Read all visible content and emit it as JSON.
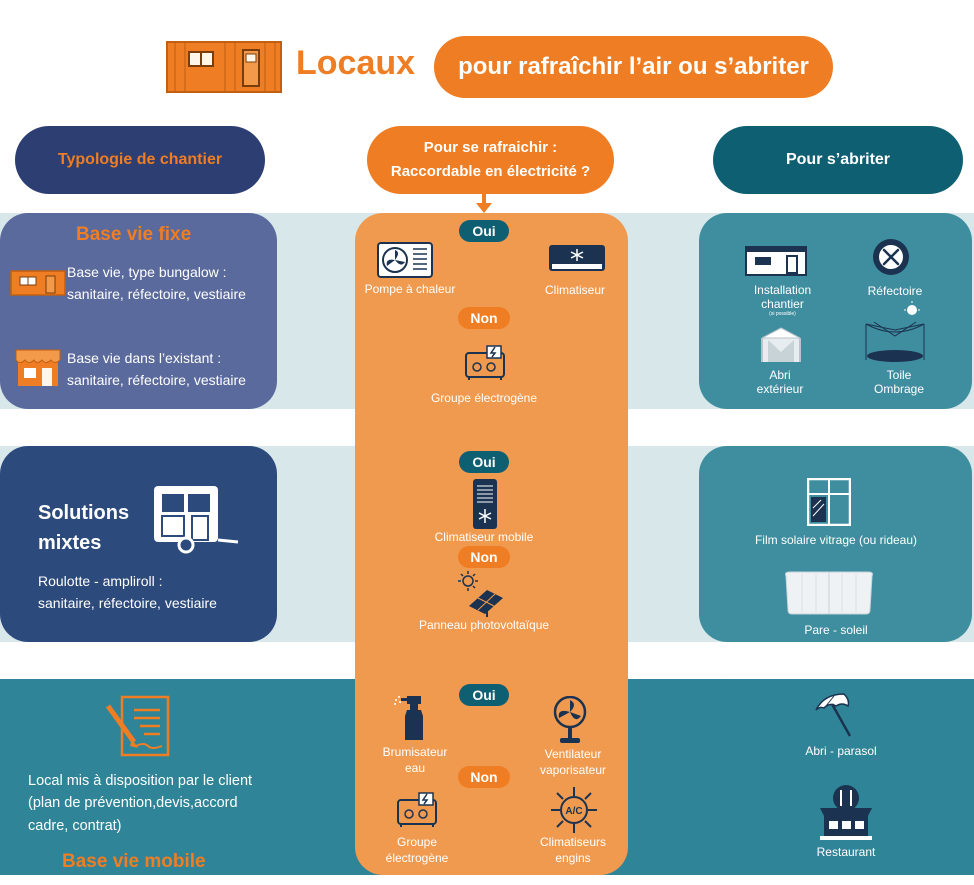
{
  "header": {
    "title": "Locaux",
    "subtitle": "pour rafraîchir l’air ou s’abriter"
  },
  "columns": {
    "left": "Typologie de chantier",
    "middle_line1": "Pour se rafraichir :",
    "middle_line2": "Raccordable en électricité ?",
    "right": "Pour s’abriter"
  },
  "tags": {
    "yes": "Oui",
    "no": "Non"
  },
  "row1": {
    "title": "Base vie fixe",
    "item1_line1": "Base vie, type bungalow :",
    "item1_line2": "sanitaire, réfectoire, vestiaire",
    "item2_line1": "Base vie dans l’existant :",
    "item2_line2": "sanitaire, réfectoire, vestiaire",
    "mid": {
      "heat_pump": "Pompe à chaleur",
      "ac": "Climatiseur",
      "generator": "Groupe électrogène"
    },
    "right": {
      "install_line1": "Installation",
      "install_line2": "chantier",
      "install_note": "(si possible)",
      "refectory": "Réfectoire",
      "shelter_line1": "Abri",
      "shelter_line2": "extérieur",
      "shade_line1": "Toile",
      "shade_line2": "Ombrage"
    }
  },
  "row2": {
    "title_line1": "Solutions",
    "title_line2": "mixtes",
    "text_line1": "Roulotte - ampliroll :",
    "text_line2": "sanitaire, réfectoire, vestiaire",
    "mid": {
      "mobile_ac": "Climatiseur mobile",
      "solar_panel": "Panneau photovoltaïque"
    },
    "right": {
      "film": "Film solaire vitrage (ou rideau)",
      "sunshade": "Pare - soleil"
    }
  },
  "row3": {
    "title": "Base vie mobile",
    "text_line1": "Local mis à disposition par le client",
    "text_line2": "(plan de prévention,devis,accord",
    "text_line3": "cadre, contrat)",
    "mid": {
      "mister_line1": "Brumisateur",
      "mister_line2": "eau",
      "fan_line1": "Ventilateur",
      "fan_line2": "vaporisateur",
      "generator_line1": "Groupe",
      "generator_line2": "électrogène",
      "engine_ac_line1": "Climatiseurs",
      "engine_ac_line2": "engins"
    },
    "right": {
      "parasol": "Abri - parasol",
      "restaurant": "Restaurant"
    }
  },
  "colors": {
    "orange": "#ef7d23",
    "navy": "#2d4a7c",
    "teal": "#0f5f73",
    "light_band": "#d7e7ea",
    "teal_band": "#2f8597"
  },
  "icon_names": [
    "container-icon",
    "bungalow-icon",
    "shop-icon",
    "caravan-icon",
    "document-pen-icon",
    "heat-pump-icon",
    "air-conditioner-icon",
    "generator-icon",
    "mobile-ac-icon",
    "solar-panel-icon",
    "spray-bottle-icon",
    "fan-icon",
    "ac-snowflake-icon",
    "installation-icon",
    "cutlery-icon",
    "tent-icon",
    "shade-sail-icon",
    "window-icon",
    "sunshade-icon",
    "parasol-icon",
    "restaurant-icon"
  ]
}
